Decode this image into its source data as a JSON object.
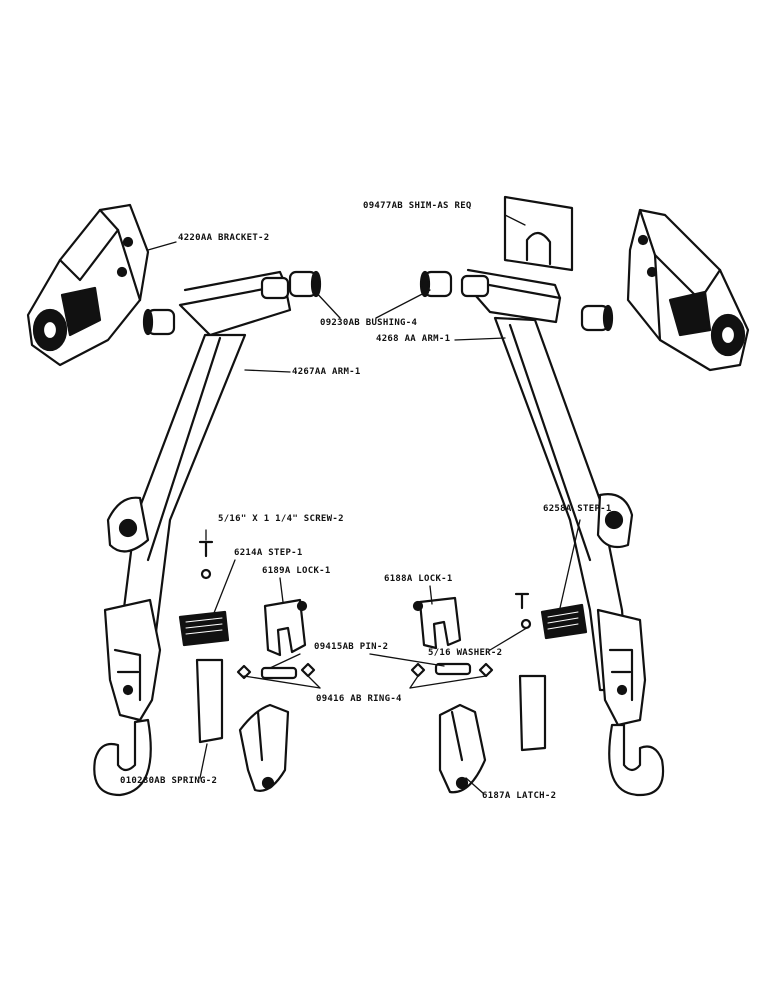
{
  "labels": {
    "bracket": "4220AA BRACKET-2",
    "shim": "09477AB SHIM-AS REQ",
    "bushing": "09230AB BUSHING-4",
    "arm_right": "4268 AA ARM-1",
    "arm_left": "4267AA ARM-1",
    "screw": "5/16\" X 1 1/4\" SCREW-2",
    "step_right": "6258A STEP-1",
    "step_left": "6214A STEP-1",
    "lock_left": "6189A LOCK-1",
    "lock_right": "6188A LOCK-1",
    "pin": "09415AB PIN-2",
    "washer": "5/16 WASHER-2",
    "ring": "09416 AB RING-4",
    "spring": "010280AB SPRING-2",
    "latch": "6187A LATCH-2"
  },
  "colors": {
    "ink": "#111111",
    "paper": "#ffffff"
  }
}
